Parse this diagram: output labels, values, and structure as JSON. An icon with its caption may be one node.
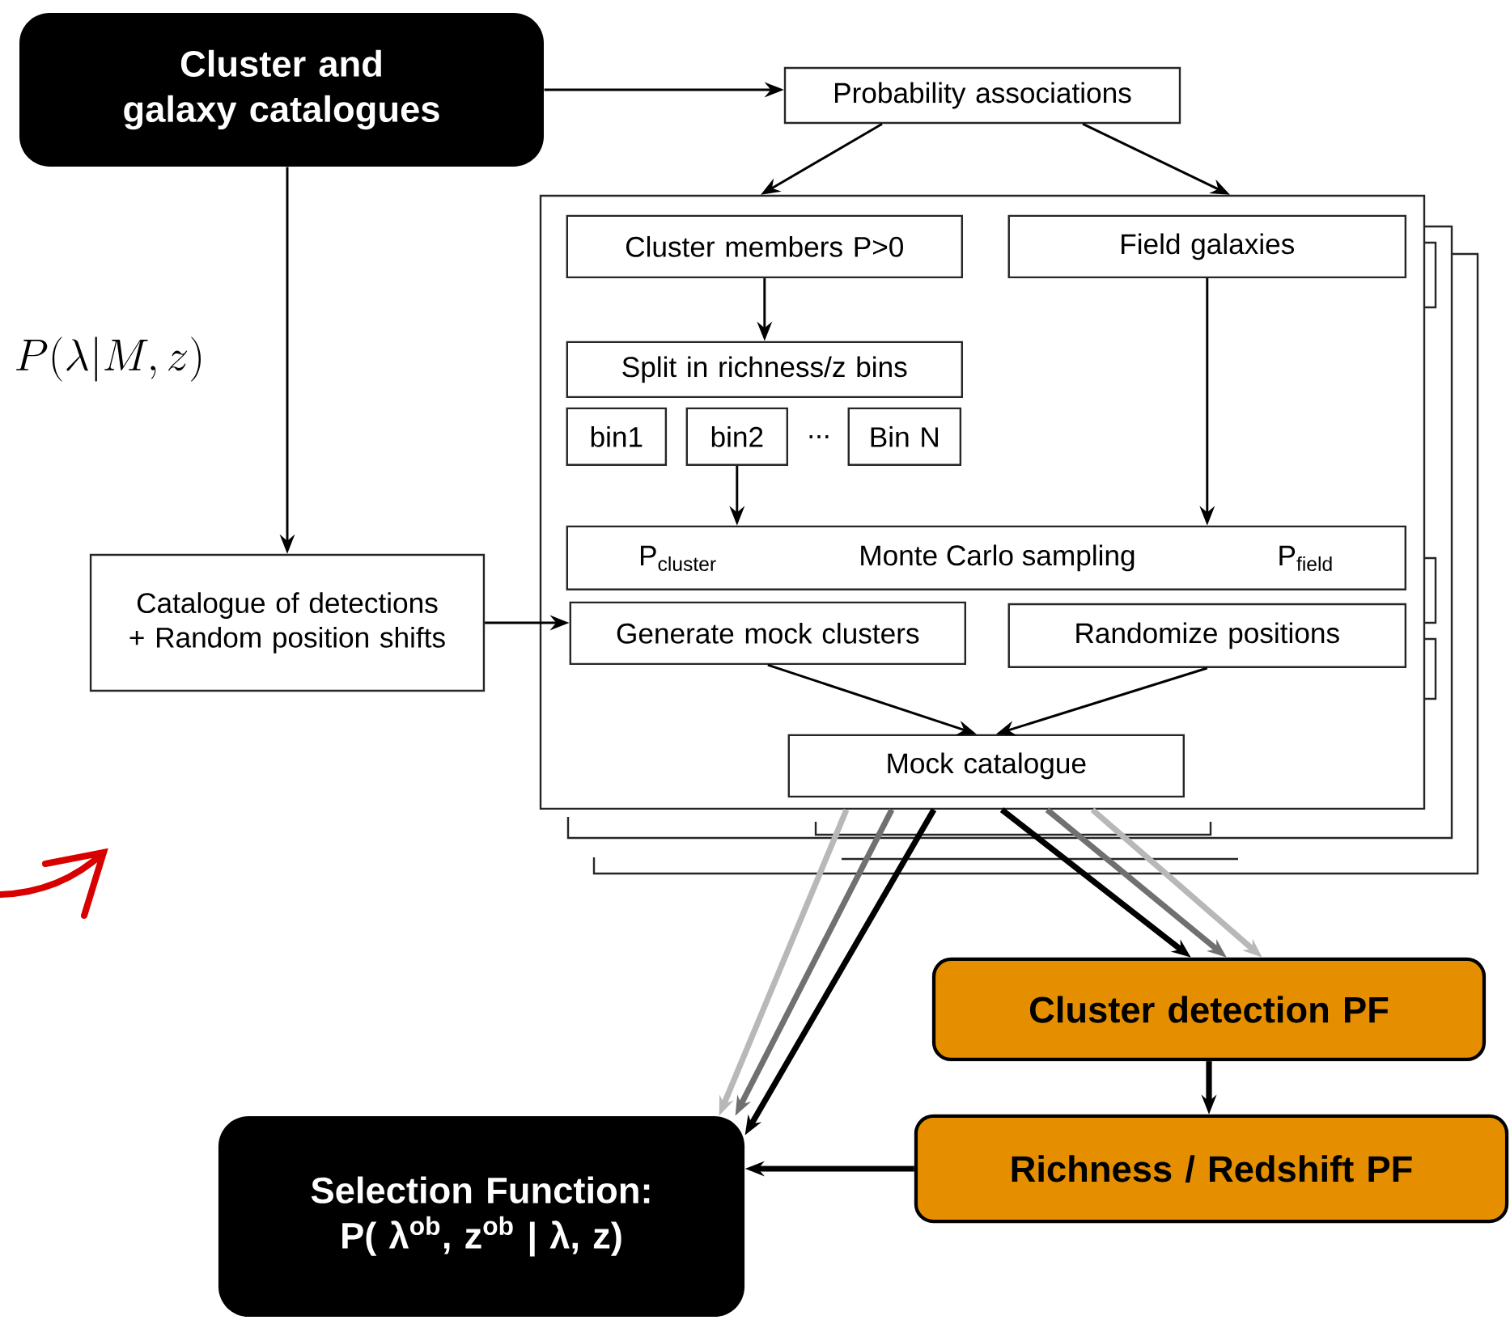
{
  "diagram": {
    "nodes": [
      {
        "text": [
          "Cluster and galaxy catalogues"
        ]
      },
      {
        "text": [
          "Probability associations"
        ]
      },
      {
        "text": [],
        "shape": "box"
      },
      {
        "text": [
          "Cluster members P>0"
        ],
        "in": 2
      },
      {
        "text": [
          "Field galaxies"
        ],
        "in": 2
      },
      {
        "text": [
          "Split in richness/z bins"
        ],
        "in": 2
      },
      {
        "text": [
          "bin1"
        ],
        "in": 2
      },
      {
        "text": [
          "bin2"
        ],
        "in": 2
      },
      {
        "text": [
          "Bin N"
        ],
        "in": 2
      },
      {
        "text": [
          "P$_{cluster}$",
          "Monte Carlo sampling",
          "P$_{field}$"
        ],
        "in": 2
      },
      {
        "text": [
          "Generate mock clusters"
        ],
        "in": 2
      },
      {
        "text": [
          "Randomize positions"
        ],
        "in": 2
      },
      {
        "text": [
          "Mock catalogue"
        ],
        "in": 2
      },
      {
        "text": [
          "Catalogue of detections + Random position shifts"
        ]
      },
      {
        "text": [
          "Cluster detection PF"
        ]
      },
      {
        "text": [
          "Richness / Redshift PF"
        ]
      },
      {
        "text": [
          "Selection Function: P( λ$^{ob}$, z$^{ob}$ | λ, z)"
        ]
      }
    ],
    "edges": [
      {
        "from": 0,
        "to": 1,
        "arrow": "to"
      },
      {
        "from": 1,
        "to": 2,
        "arrow": "to"
      },
      {
        "from": 1,
        "to": 2,
        "arrow": "to"
      },
      {
        "from": 0,
        "to": 13,
        "arrow": "to"
      },
      {
        "from": 3,
        "to": 5,
        "arrow": "to"
      },
      {
        "from": 7,
        "to": 9,
        "arrow": "to"
      },
      {
        "from": 4,
        "to": 9,
        "arrow": "to"
      },
      {
        "from": 13,
        "to": 10,
        "arrow": "to"
      },
      {
        "from": 10,
        "to": 12,
        "arrow": "to"
      },
      {
        "from": 11,
        "to": 12,
        "arrow": "to"
      },
      {
        "from": 2,
        "to": 16,
        "arrow": "to",
        "color": "#b8b8b8",
        "style": "thick"
      },
      {
        "from": 2,
        "to": 16,
        "arrow": "to",
        "color": "#707070",
        "style": "thick"
      },
      {
        "from": 2,
        "to": 16,
        "arrow": "to",
        "style": "thick"
      },
      {
        "from": 2,
        "to": 14,
        "arrow": "to",
        "style": "thick"
      },
      {
        "from": 2,
        "to": 14,
        "arrow": "to",
        "color": "#707070",
        "style": "thick"
      },
      {
        "from": 2,
        "to": 14,
        "arrow": "to",
        "color": "#b8b8b8",
        "style": "thick"
      },
      {
        "from": 14,
        "to": 15,
        "arrow": "to",
        "style": "thick"
      },
      {
        "from": 15,
        "to": 16,
        "arrow": "to",
        "style": "thick"
      }
    ],
    "labels": [
      "...",
      "P(\\lambda|M, z)"
    ]
  }
}
